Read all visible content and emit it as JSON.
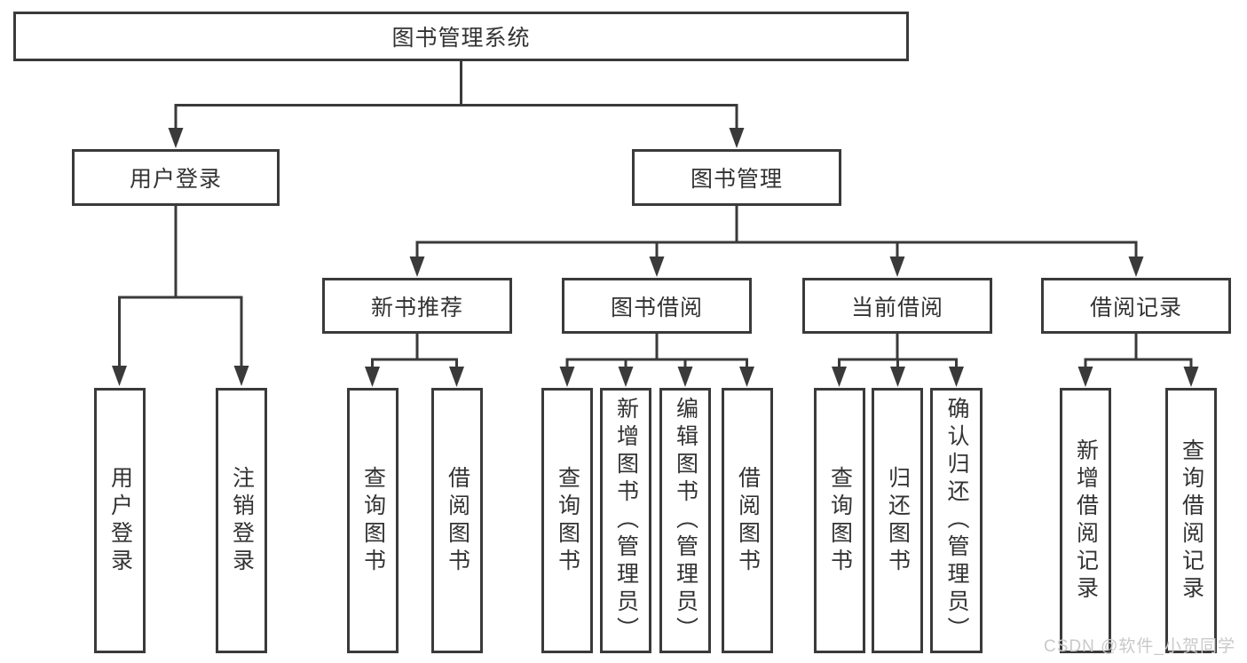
{
  "title_box": "图书管理系统",
  "level2": [
    {
      "label": "用户登录"
    },
    {
      "label": "图书管理"
    }
  ],
  "level3": [
    {
      "label": "新书推荐"
    },
    {
      "label": "图书借阅"
    },
    {
      "label": "当前借阅"
    },
    {
      "label": "借阅记录"
    }
  ],
  "leaves": {
    "user_login": [
      "用户登录",
      "注销登录"
    ],
    "new_book_recommend": [
      "查询图书",
      "借阅图书"
    ],
    "book_borrow": [
      "查询图书",
      "新增图书（管理员）",
      "编辑图书（管理员）",
      "借阅图书"
    ],
    "current_borrow": [
      "查询图书",
      "归还图书",
      "确认归还（管理员）"
    ],
    "borrow_record": [
      "新增借阅记录",
      "查询借阅记录"
    ]
  },
  "watermark": "CSDN @软件_小贺同学",
  "colors": {
    "line": "#3a3a3a",
    "box_border": "#3a3a3a",
    "box_fill": "#ffffff",
    "text": "#333333",
    "watermark_text": "#c9c9c9",
    "background": "#ffffff"
  }
}
